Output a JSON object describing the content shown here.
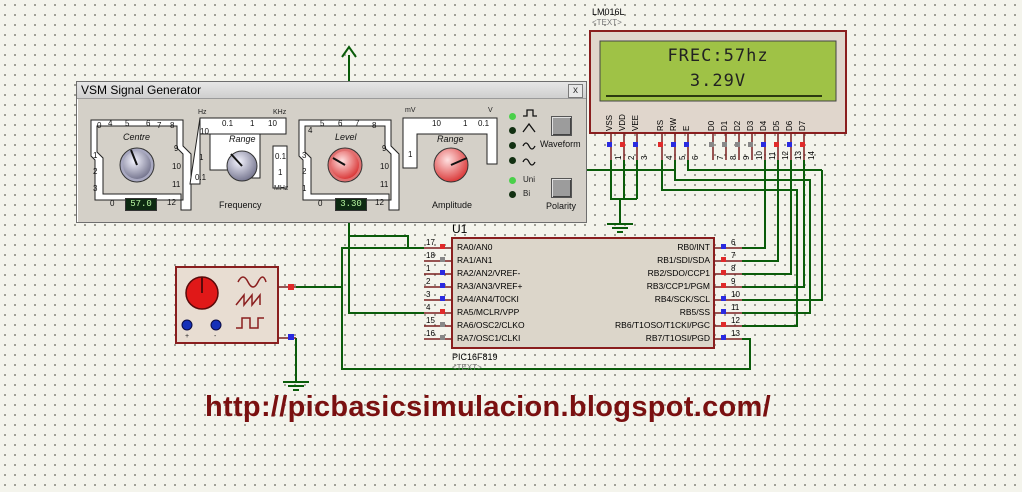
{
  "lcd": {
    "part": "LM016L",
    "text_tag": "<TEXT>",
    "line1": "FREC:57hz",
    "line2": "3.29V",
    "pins": [
      "VSS",
      "VDD",
      "VEE",
      "RS",
      "RW",
      "E",
      "D0",
      "D1",
      "D2",
      "D3",
      "D4",
      "D5",
      "D6",
      "D7"
    ],
    "pin_numbers": [
      "1",
      "2",
      "3",
      "4",
      "5",
      "6",
      "7",
      "8",
      "9",
      "10",
      "11",
      "12",
      "13",
      "14"
    ]
  },
  "vsm": {
    "title": "VSM Signal Generator",
    "close_label": "x",
    "frequency": {
      "centre_label": "Centre",
      "centre_value": "57.0",
      "range_label": "Range",
      "section_label": "Frequency",
      "unit_hz": "Hz",
      "unit_khz": "KHz",
      "unit_mhz": "MHz"
    },
    "amplitude": {
      "level_label": "Level",
      "level_value": "3.30",
      "range_label": "Range",
      "section_label": "Amplitude",
      "unit_mv": "mV",
      "unit_v": "V"
    },
    "waveform_button": "Waveform",
    "polarity_button": "Polarity",
    "polarity_uni": "Uni",
    "polarity_bi": "Bi"
  },
  "mcu": {
    "ref": "U1",
    "part": "PIC16F819",
    "text_tag": "<TEXT>",
    "left_pins": [
      {
        "num": "17",
        "label": "RA0/AN0"
      },
      {
        "num": "18",
        "label": "RA1/AN1"
      },
      {
        "num": "1",
        "label": "RA2/AN2/VREF-"
      },
      {
        "num": "2",
        "label": "RA3/AN3/VREF+"
      },
      {
        "num": "3",
        "label": "RA4/AN4/T0CKI"
      },
      {
        "num": "4",
        "label": "RA5/MCLR/VPP"
      },
      {
        "num": "15",
        "label": "RA6/OSC2/CLKO"
      },
      {
        "num": "16",
        "label": "RA7/OSC1/CLKI"
      }
    ],
    "right_pins": [
      {
        "num": "6",
        "label": "RB0/INT"
      },
      {
        "num": "7",
        "label": "RB1/SDI/SDA"
      },
      {
        "num": "8",
        "label": "RB2/SDO/CCP1"
      },
      {
        "num": "9",
        "label": "RB3/CCP1/PGM"
      },
      {
        "num": "10",
        "label": "RB4/SCK/SCL"
      },
      {
        "num": "11",
        "label": "RB5/SS"
      },
      {
        "num": "12",
        "label": "RB6/T1OSO/T1CKI/PGC"
      },
      {
        "num": "13",
        "label": "RB7/T1OSI/PGD"
      }
    ]
  },
  "generator_symbol": {
    "plus_label": "+",
    "minus_label": "-"
  },
  "url": "http://picbasicsimulacion.blogspot.com/"
}
